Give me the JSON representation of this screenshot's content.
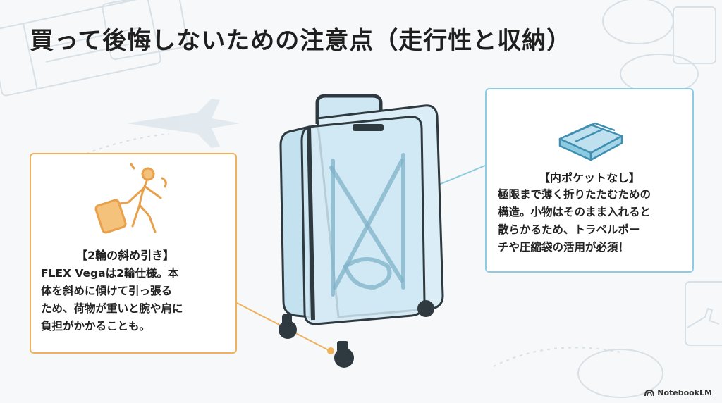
{
  "title": "買って後悔しないための注意点（走行性と収納）",
  "left_card": {
    "heading": "【2輪の斜め引き】",
    "lines": [
      "FLEX Vegaは2輪仕様。本",
      "体を斜めに傾けて引っ張る",
      "ため、荷物が重いと腕や肩に",
      "負担がかかることも。"
    ],
    "icon": "person-pulling-suitcase-icon",
    "accent_color": "#efb15c"
  },
  "right_card": {
    "heading": "【内ポケットなし】",
    "lines": [
      "極限まで薄く折りたたむための",
      "構造。小物はそのまま入れると",
      "散らかるため、トラベルポー",
      "チや圧縮袋の活用が必須！"
    ],
    "icon": "folded-clothes-icon",
    "accent_color": "#8ccbe0"
  },
  "illustration": "transparent-suitcase-illustration",
  "brand": {
    "label": "NotebookLM"
  },
  "colors": {
    "background": "#f7f8f9",
    "suitcase_fill": "#cfe7f3",
    "suitcase_outline": "#2f3a40"
  }
}
